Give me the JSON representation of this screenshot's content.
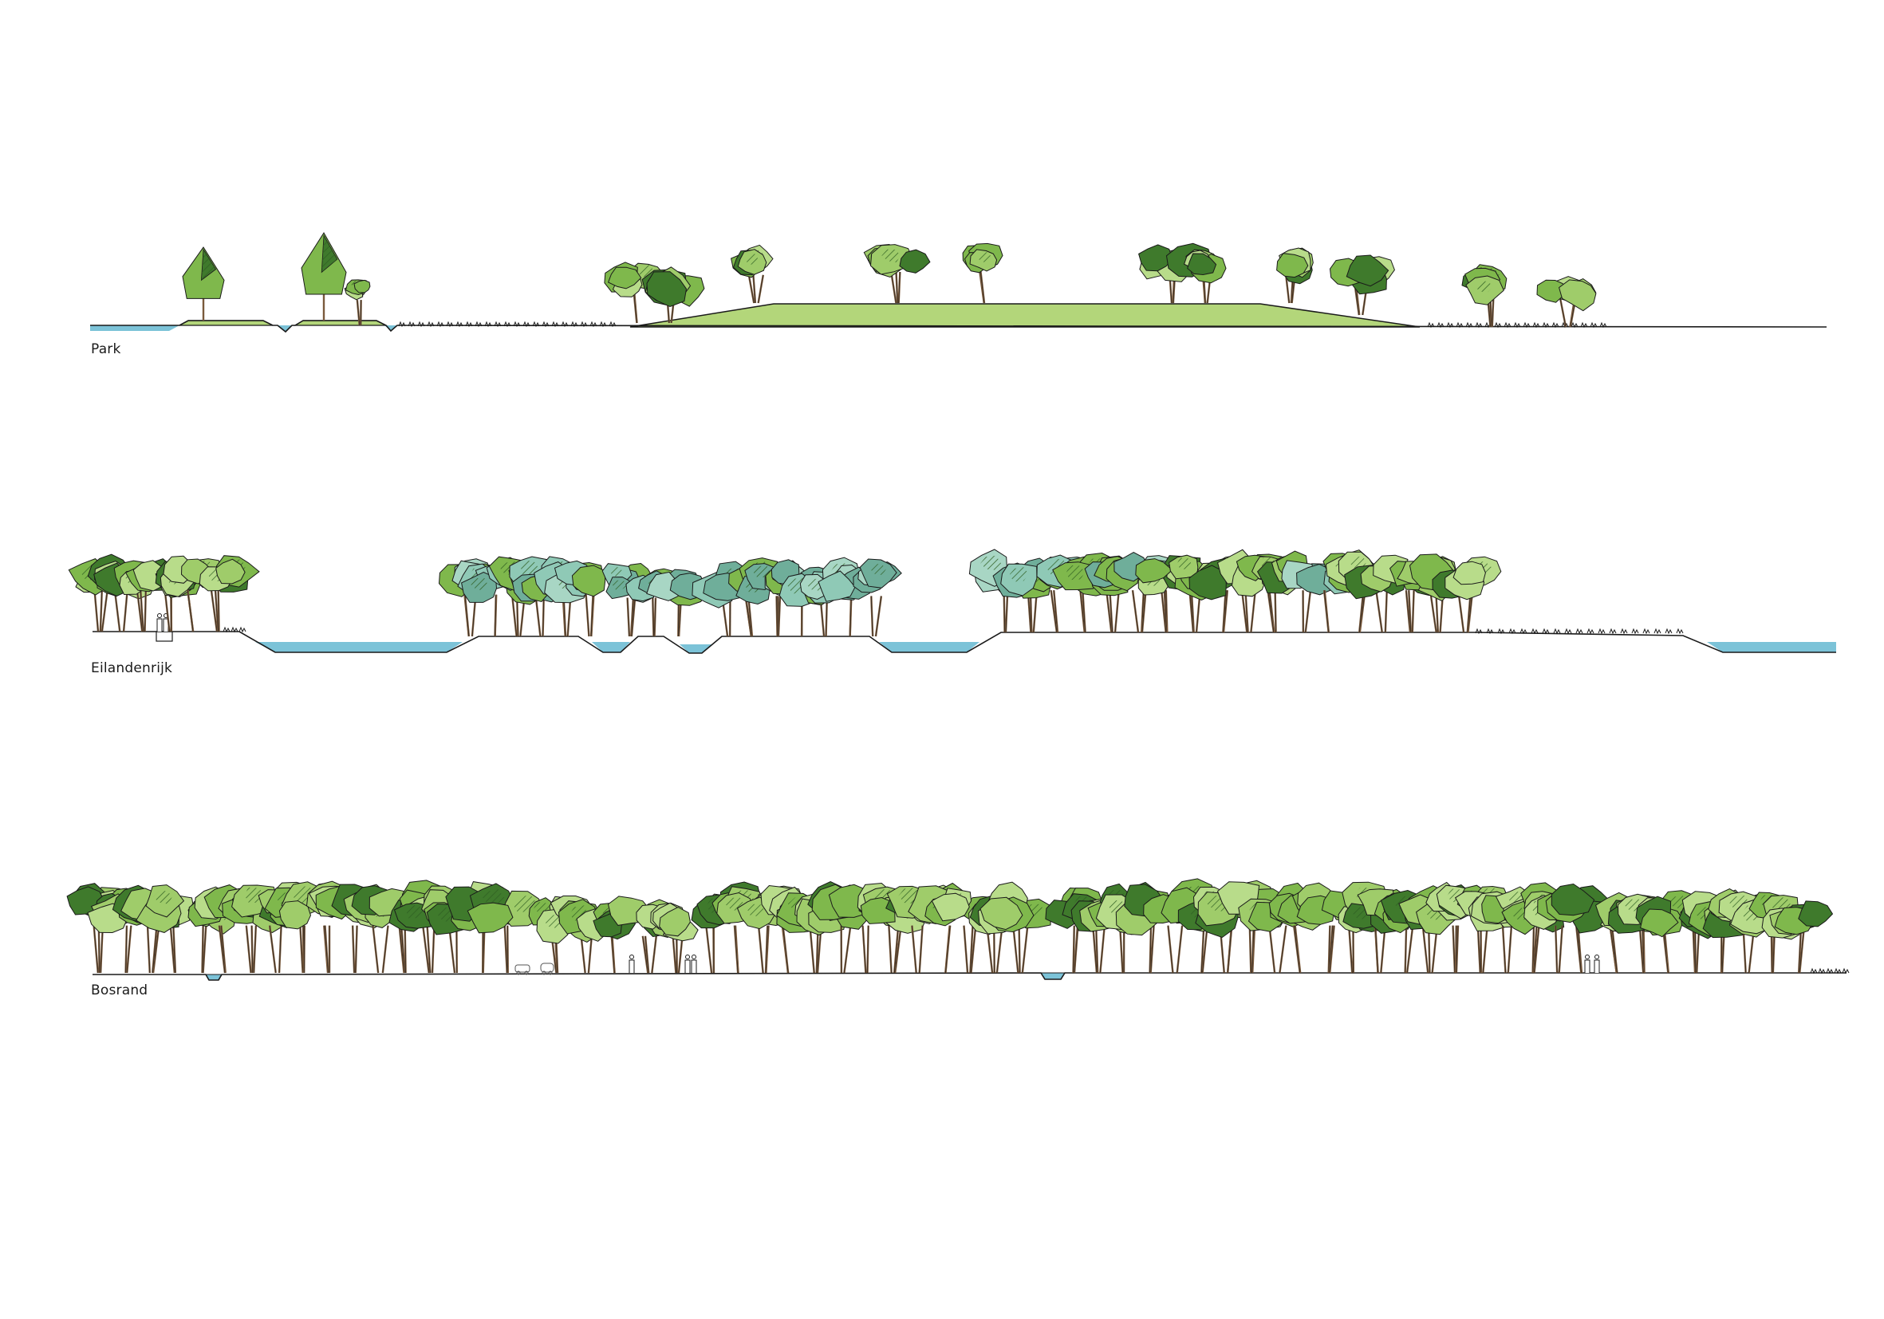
{
  "sections": [
    {
      "label": "Park"
    },
    {
      "label": "Eilandenrijk"
    },
    {
      "label": "Bosrand"
    }
  ],
  "colors": {
    "ground_line": "#1a1a1a",
    "water": "#7cc3d8",
    "lawn": "#b3d67a",
    "foliage_dark": "#3f7a2c",
    "foliage_mid": "#7fb84c",
    "foliage_light": "#b8dc8a",
    "foliage_blue": "#8fc9b6",
    "trunk": "#7a5a3c"
  },
  "icons": [
    "tree-icon",
    "person-icon",
    "car-icon",
    "grass-icon",
    "water-icon"
  ]
}
